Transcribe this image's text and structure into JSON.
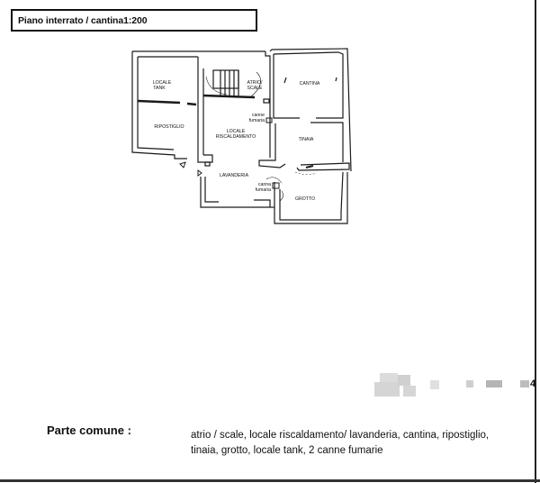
{
  "title": {
    "text": "Piano interrato / cantina1:200"
  },
  "plan": {
    "rooms": [
      {
        "id": "locale-tank",
        "label_line1": "LOCALE",
        "label_line2": "TANK"
      },
      {
        "id": "ripostiglio",
        "label_line1": "RIPOSTIGLIO"
      },
      {
        "id": "atrio-scale",
        "label_line1": "ATRIO/",
        "label_line2": "SCALE"
      },
      {
        "id": "locale-riscaldamento",
        "label_line1": "LOCALE",
        "label_line2": "RISCALDAMENTO"
      },
      {
        "id": "cantina",
        "label_line1": "CANTINA"
      },
      {
        "id": "tinaia",
        "label_line1": "TINAIA"
      },
      {
        "id": "lavanderia",
        "label_line1": "LAVANDERIA"
      },
      {
        "id": "grotto",
        "label_line1": "GROTTO"
      }
    ],
    "annotations": [
      {
        "id": "canna-fumaria-1",
        "line1": "canne",
        "line2": "fumaria"
      },
      {
        "id": "canna-fumaria-2",
        "line1": "canna",
        "line2": "fumaria"
      }
    ]
  },
  "legend": {
    "label": "Parte comune :",
    "line1": "atrio / scale, locale riscaldamento/ lavanderia, cantina, ripostiglio,",
    "line2": "tinaia, grotto, locale tank, 2 canne fumarie"
  },
  "page": {
    "number_fragment": "4"
  },
  "colors": {
    "ink": "#111111",
    "wall": "#1a1a1a",
    "background": "#ffffff"
  }
}
